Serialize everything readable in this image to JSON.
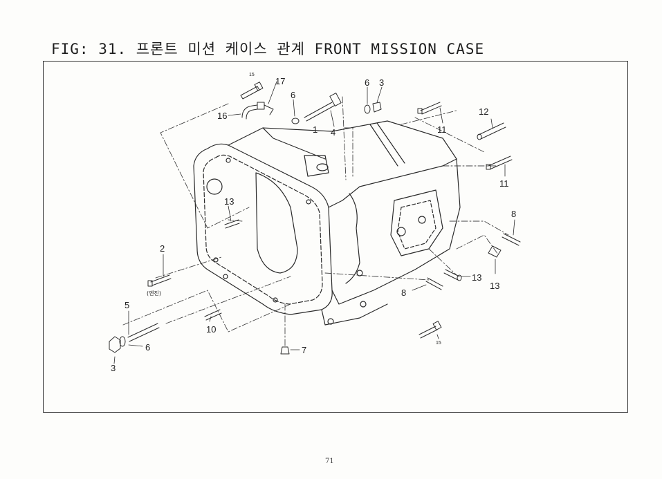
{
  "figure": {
    "title": "FIG: 31. 프론트 미션 케이스 관계 FRONT MISSION CASE"
  },
  "callouts": [
    {
      "id": "c15a",
      "text": "15"
    },
    {
      "id": "c17",
      "text": "17"
    },
    {
      "id": "c16",
      "text": "16"
    },
    {
      "id": "c6a",
      "text": "6"
    },
    {
      "id": "c1",
      "text": "1"
    },
    {
      "id": "c4",
      "text": "4"
    },
    {
      "id": "c6b",
      "text": "6"
    },
    {
      "id": "c3a",
      "text": "3"
    },
    {
      "id": "c11a",
      "text": "11"
    },
    {
      "id": "c12",
      "text": "12"
    },
    {
      "id": "c11b",
      "text": "11"
    },
    {
      "id": "c13a",
      "text": "13"
    },
    {
      "id": "c2",
      "text": "2"
    },
    {
      "id": "c8a",
      "text": "8"
    },
    {
      "id": "c13b",
      "text": "13"
    },
    {
      "id": "c13c",
      "text": "13"
    },
    {
      "id": "c8b",
      "text": "8"
    },
    {
      "id": "c5",
      "text": "5"
    },
    {
      "id": "c10",
      "text": "10"
    },
    {
      "id": "c6c",
      "text": "6"
    },
    {
      "id": "c3b",
      "text": "3"
    },
    {
      "id": "c7",
      "text": "7"
    },
    {
      "id": "c15b",
      "text": "15"
    }
  ],
  "engine_note": "(엔진)",
  "page_number": "71"
}
